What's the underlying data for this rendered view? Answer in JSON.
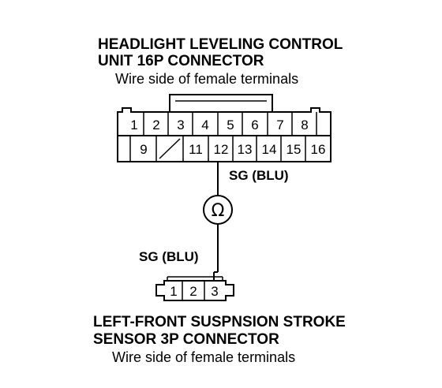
{
  "top_connector": {
    "title_line1": "HEADLIGHT LEVELING CONTROL",
    "title_line2": "UNIT 16P CONNECTOR",
    "subtitle": "Wire side of female terminals",
    "row1_pins": [
      "1",
      "2",
      "3",
      "4",
      "5",
      "6",
      "7",
      "8"
    ],
    "row2_pins": [
      "9",
      "",
      "11",
      "12",
      "13",
      "14",
      "15",
      "16"
    ]
  },
  "wire_top_label": "SG (BLU)",
  "meter_symbol": "Ω",
  "wire_bottom_label": "SG (BLU)",
  "bottom_connector": {
    "pins": [
      "1",
      "2",
      "3"
    ],
    "title_line1": "LEFT-FRONT SUSPNSION STROKE",
    "title_line2": "SENSOR 3P CONNECTOR",
    "subtitle": "Wire side of female terminals"
  }
}
